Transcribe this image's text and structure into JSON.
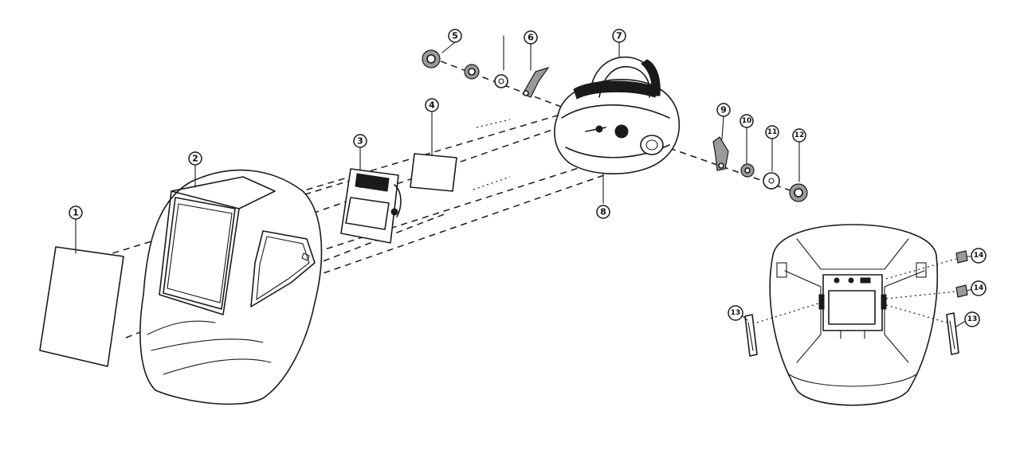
{
  "callouts": {
    "c1": "1",
    "c2": "2",
    "c3": "3",
    "c4": "4",
    "c5": "5",
    "c6": "6",
    "c7": "7",
    "c8": "8",
    "c9": "9",
    "c10": "10",
    "c11": "11",
    "c12": "12",
    "c13a": "13",
    "c13b": "13",
    "c14a": "14",
    "c14b": "14"
  },
  "colors": {
    "line": "#1a1a1a",
    "background": "#ffffff"
  }
}
